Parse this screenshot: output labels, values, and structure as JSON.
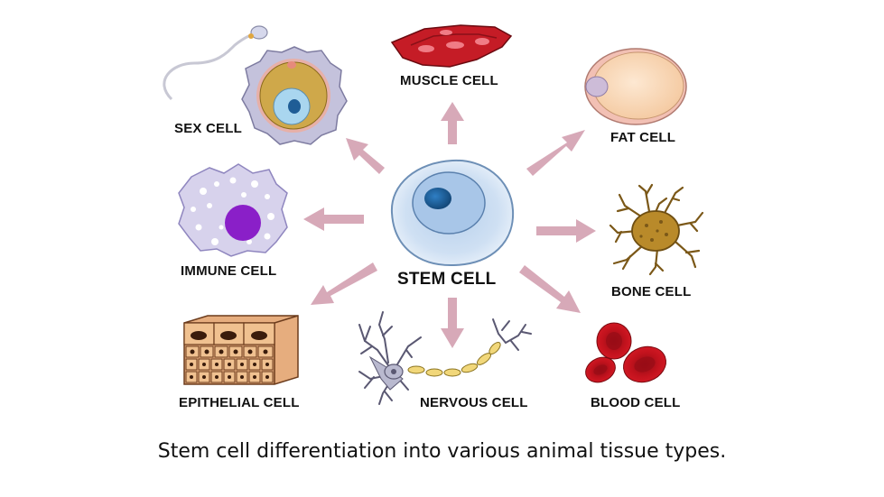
{
  "center": {
    "label": "STEM CELL"
  },
  "cells": [
    {
      "id": "sex",
      "label": "SEX CELL"
    },
    {
      "id": "muscle",
      "label": "MUSCLE CELL"
    },
    {
      "id": "fat",
      "label": "FAT CELL"
    },
    {
      "id": "immune",
      "label": "IMMUNE CELL"
    },
    {
      "id": "bone",
      "label": "BONE CELL"
    },
    {
      "id": "epithelial",
      "label": "EPITHELIAL CELL"
    },
    {
      "id": "nervous",
      "label": "NERVOUS CELL"
    },
    {
      "id": "blood",
      "label": "BLOOD CELL"
    }
  ],
  "caption": "Stem cell differentiation into various animal tissue types.",
  "colors": {
    "arrow": "#d7a9b8",
    "stem_membrane": "#e9f1fa",
    "stem_nucleus": "#1f5d96",
    "blood": "#c2121d",
    "muscle": "#c51c26",
    "bone": "#b98a2a",
    "immune_nucleus": "#8a1fc8",
    "fat": "#f9ddc0"
  }
}
